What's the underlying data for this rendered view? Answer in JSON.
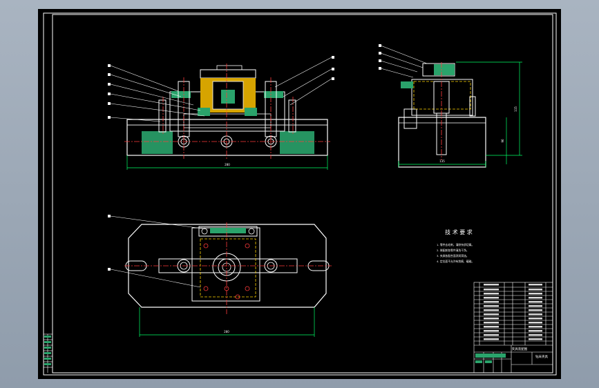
{
  "drawing": {
    "background_color": "#000000",
    "viewport_color": "#9aa6b4",
    "frame_color": "#ffffff",
    "part_color": "#ffffff",
    "centerline_color": "#ff3b3b",
    "section_hatch_color": "#2aa36b",
    "hidden_line_color": "#ffd400",
    "leader_color": "#ffffff",
    "dimension_color": "#00ff66"
  },
  "technical_requirements": {
    "title": "技 术 要 求",
    "items": [
      "1. 零件去毛刺，清除杂质切屑。",
      "2. 装配前各零件清洗干净。",
      "3. 夹具各配合面涂润滑油。",
      "4. 定位面不允许有划痕、磕碰。"
    ]
  },
  "title_block": {
    "drawing_name": "夹具装配图",
    "label": "钻床夹具"
  },
  "dimensions": {
    "front_width": "280",
    "side_width": "135",
    "side_height": "115",
    "side_base": "96",
    "plan_width": "280"
  }
}
